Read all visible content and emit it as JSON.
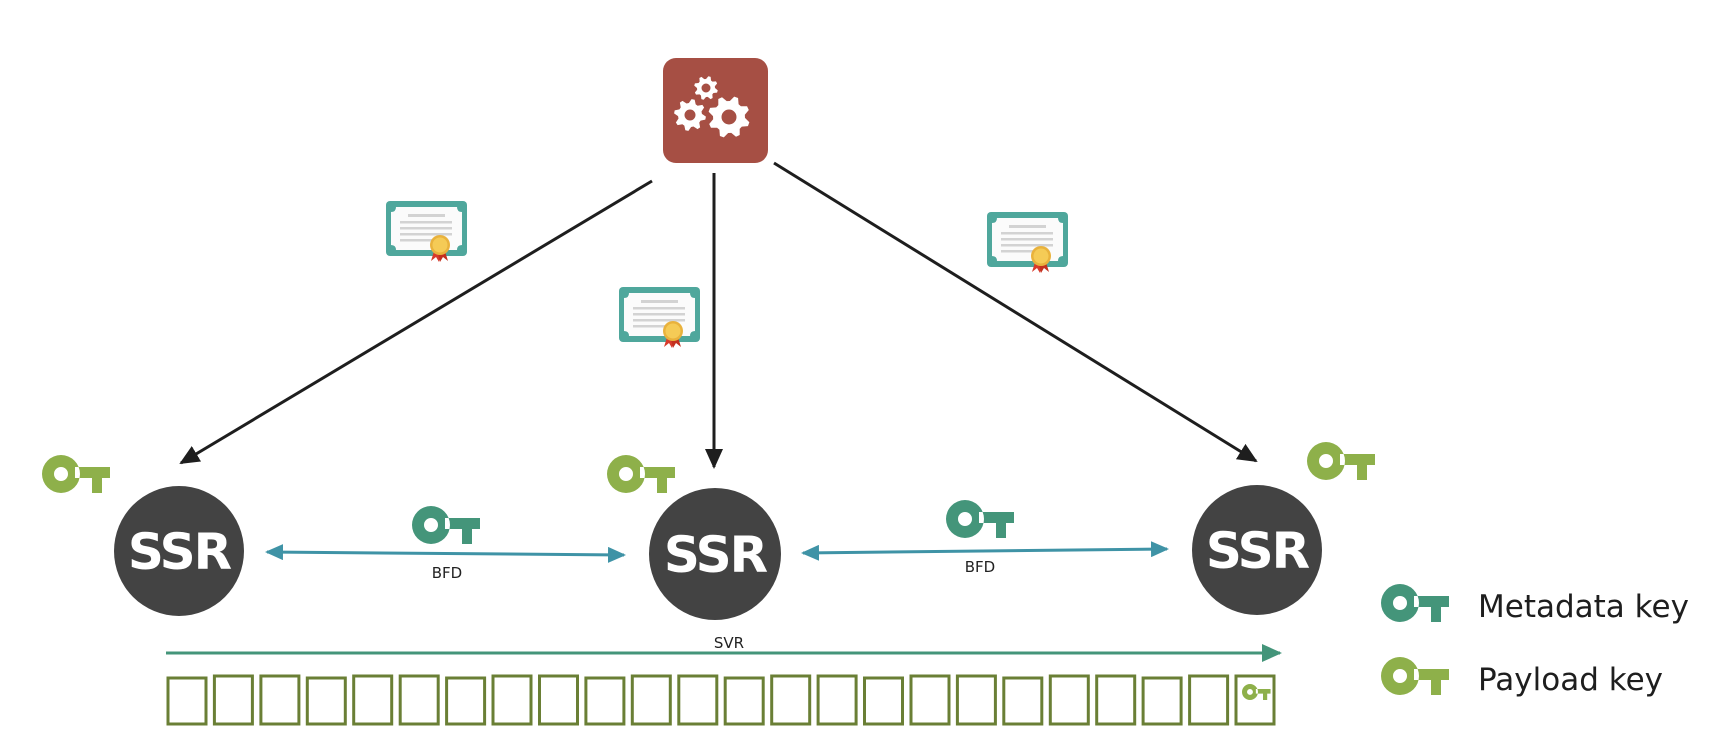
{
  "diagram": {
    "controller": {
      "icon": "gears-icon",
      "color": "#a64f44"
    },
    "routers": [
      {
        "id": "left",
        "label": "SSR"
      },
      {
        "id": "middle",
        "label": "SSR"
      },
      {
        "id": "right",
        "label": "SSR"
      }
    ],
    "links": [
      {
        "id": "bfd-left-middle",
        "label": "BFD"
      },
      {
        "id": "bfd-middle-right",
        "label": "BFD"
      },
      {
        "id": "svr",
        "label": "SVR"
      }
    ],
    "packet": {
      "segment_count": 24,
      "last_segment_icon": "payload-key-icon"
    },
    "certificates": [
      "certificate-icon",
      "certificate-icon",
      "certificate-icon"
    ],
    "legend": [
      {
        "label": "Metadata key",
        "icon": "metadata-key-icon",
        "color": "#44957a"
      },
      {
        "label": "Payload key",
        "icon": "payload-key-icon",
        "color": "#8eb04a"
      }
    ],
    "colors": {
      "router": "#434343",
      "bfd_arrow": "#3f93a6",
      "svr_arrow": "#44957a",
      "packet_outline": "#6a7f35",
      "arrow": "#1e1e1e",
      "cert_frame": "#4fa79c"
    }
  }
}
